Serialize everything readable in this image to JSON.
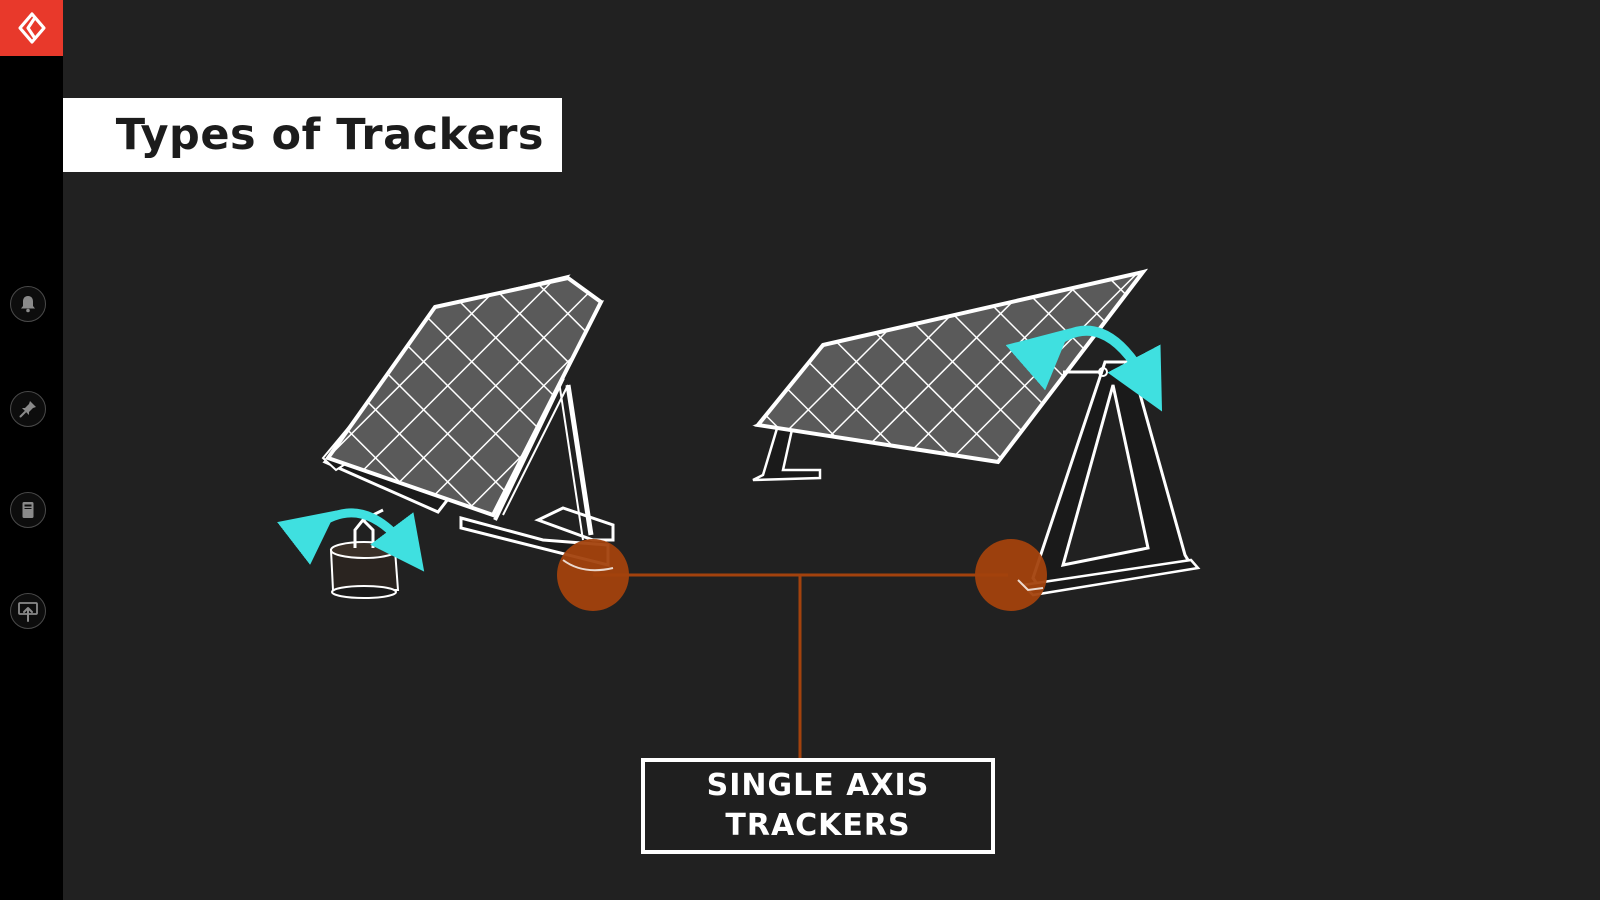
{
  "slide": {
    "title": "Types of Trackers",
    "label_line1": "SINGLE AXIS",
    "label_line2": "TRACKERS"
  },
  "sidebar": {
    "items": [
      {
        "name": "notifications",
        "icon": "bell-icon"
      },
      {
        "name": "pin",
        "icon": "pin-icon"
      },
      {
        "name": "notes",
        "icon": "notebook-icon"
      },
      {
        "name": "present",
        "icon": "screen-upload-icon"
      }
    ]
  },
  "colors": {
    "background": "#212121",
    "sidebar": "#000000",
    "brand": "#e8392b",
    "accent_connector": "#a3420d",
    "rotation_arrow": "#3fe0e0",
    "panel_fill": "#5a5a5a"
  }
}
